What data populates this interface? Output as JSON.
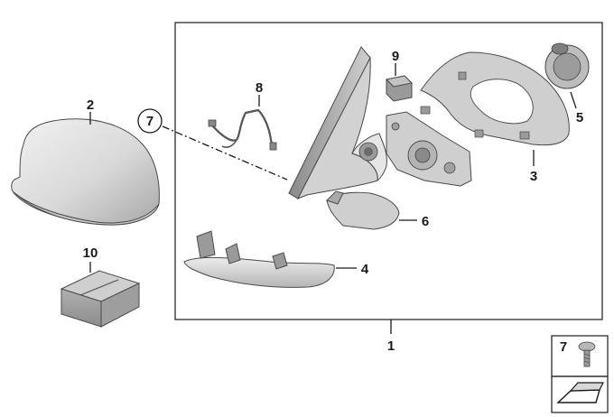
{
  "diagram": {
    "labels": {
      "p1": "1",
      "p2": "2",
      "p3": "3",
      "p4": "4",
      "p5": "5",
      "p6": "6",
      "p7": "7",
      "p8": "8",
      "p9": "9",
      "p10": "10",
      "legend_screw": "7"
    }
  }
}
